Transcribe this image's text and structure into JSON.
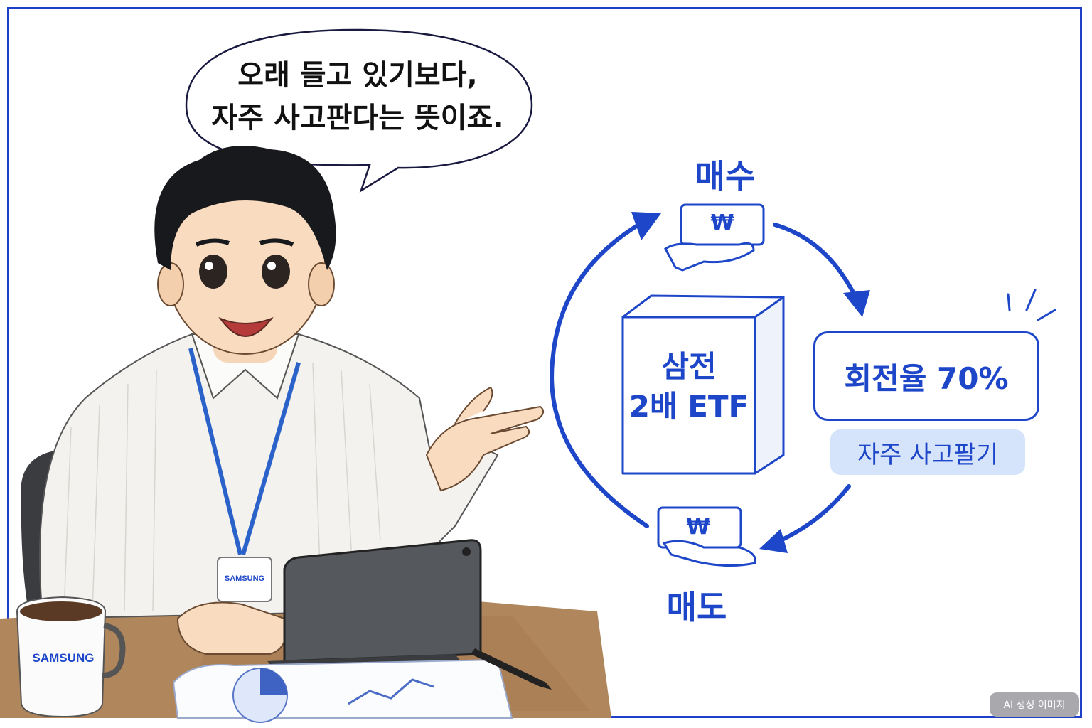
{
  "speech": {
    "line1": "오래 들고 있기보다,",
    "line2": "자주 사고판다는 뜻이죠."
  },
  "cycle": {
    "buy_label": "매수",
    "sell_label": "매도",
    "currency_symbol": "₩",
    "product_line1": "삼전",
    "product_line2": "2배 ETF",
    "turnover_label": "회전율 70%",
    "turnover_caption": "자주 사고팔기"
  },
  "brand": {
    "badge": "SAMSUNG",
    "mug": "SAMSUNG"
  },
  "badge": {
    "ai_generated": "AI 생성 이미지"
  },
  "colors": {
    "accent": "#1d46c8",
    "tag_background": "#d6e4fb",
    "frame": "#1e40c8"
  },
  "icons": [
    "money-hand-icon",
    "cycle-arrow-icon",
    "sparkle-lines-icon"
  ]
}
